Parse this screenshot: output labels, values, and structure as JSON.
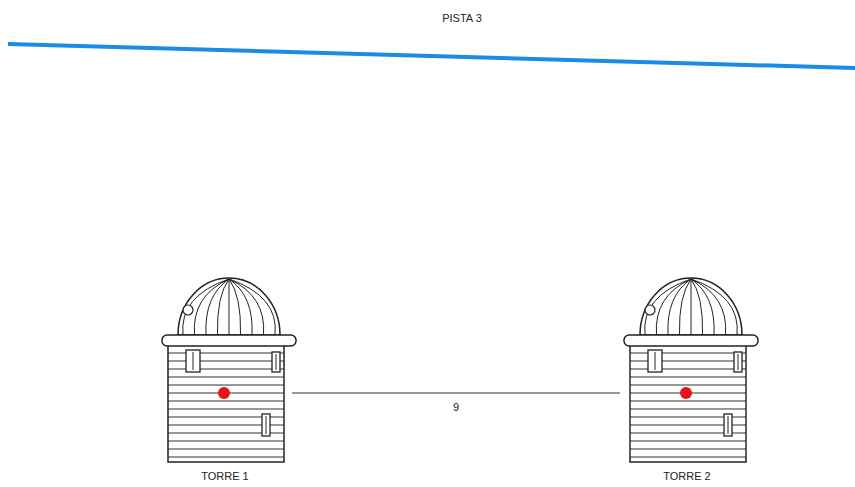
{
  "diagram": {
    "nodes": [
      {
        "text": [
          "TORRE 1"
        ]
      },
      {
        "text": [
          "TORRE 2"
        ]
      }
    ],
    "edges": [
      {
        "from": 0,
        "to": 1,
        "label": "9",
        "arrow": "none"
      }
    ],
    "labels": [
      "PISTA 3"
    ]
  }
}
